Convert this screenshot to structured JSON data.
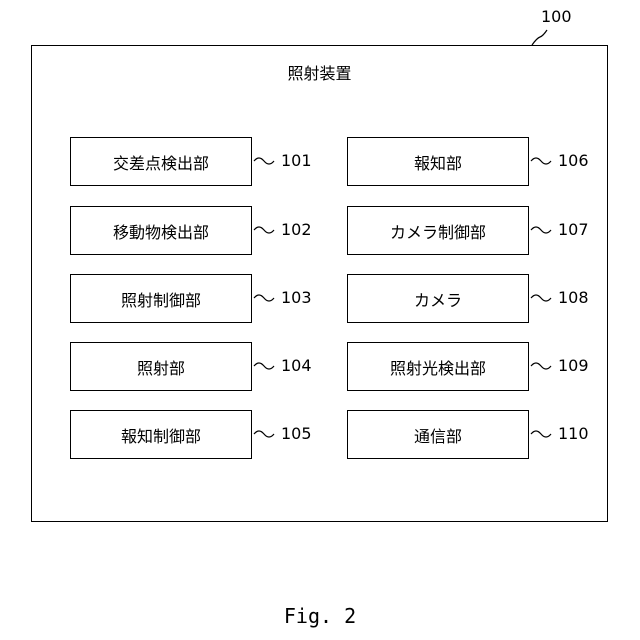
{
  "figure": {
    "ref": "100",
    "title": "照射装置",
    "caption": "Fig. 2"
  },
  "blocks": [
    {
      "label": "交差点検出部",
      "ref": "101"
    },
    {
      "label": "移動物検出部",
      "ref": "102"
    },
    {
      "label": "照射制御部",
      "ref": "103"
    },
    {
      "label": "照射部",
      "ref": "104"
    },
    {
      "label": "報知制御部",
      "ref": "105"
    },
    {
      "label": "報知部",
      "ref": "106"
    },
    {
      "label": "カメラ制御部",
      "ref": "107"
    },
    {
      "label": "カメラ",
      "ref": "108"
    },
    {
      "label": "照射光検出部",
      "ref": "109"
    },
    {
      "label": "通信部",
      "ref": "110"
    }
  ]
}
